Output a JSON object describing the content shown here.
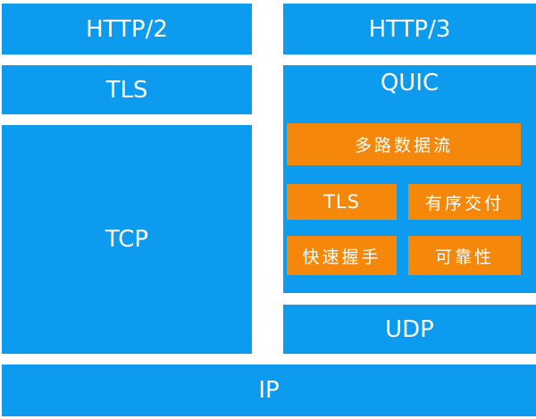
{
  "left_stack": {
    "http2": "HTTP/2",
    "tls": "TLS",
    "tcp": "TCP"
  },
  "right_stack": {
    "http3": "HTTP/3",
    "quic": {
      "label": "QUIC",
      "features": {
        "multiplexed_streams": "多路数据流",
        "tls": "TLS",
        "ordered_delivery": "有序交付",
        "fast_handshake": "快速握手",
        "reliability": "可靠性"
      }
    },
    "udp": "UDP"
  },
  "bottom": {
    "ip": "IP"
  },
  "colors": {
    "layer_blue": "#0C9BEE",
    "feature_orange": "#F5870B",
    "text_white": "#FFFFFF"
  }
}
